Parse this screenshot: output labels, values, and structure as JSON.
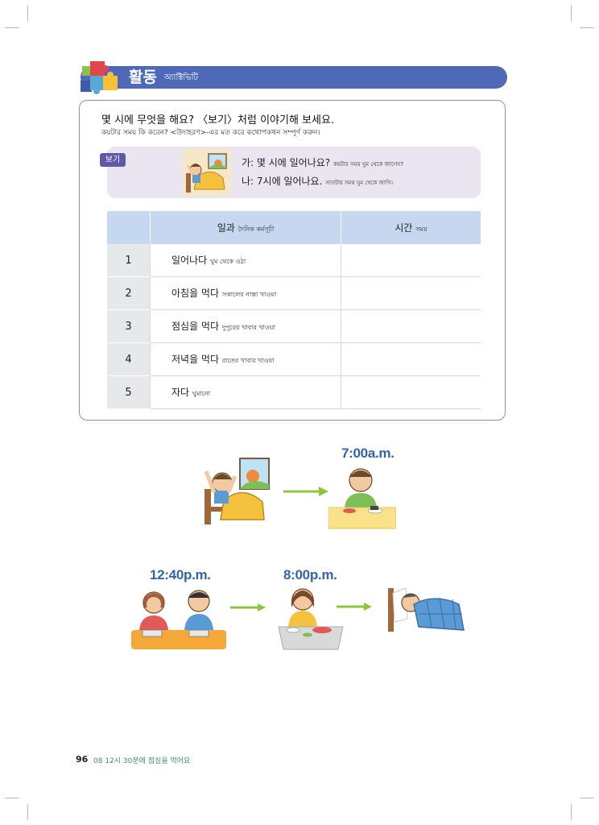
{
  "header": {
    "title": "활동",
    "subtitle": "অ্যাক্টিভিটি"
  },
  "instruction": {
    "korean": "몇 시에 무엇을 해요? 〈보기〉처럼 이야기해 보세요.",
    "bengali": "কয়টার সময় কি করেন? <উদাহরণ>-এর মত করে কথোপকথন সম্পূর্ণ করুন।"
  },
  "example": {
    "badge": "보기",
    "line1": {
      "ko": "가: 몇 시에 일어나요?",
      "bn": "কয়টার সময় ঘুম থেকে জাগেন?"
    },
    "line2": {
      "ko": "나: 7시에 일어나요.",
      "bn": "সাতটার সময় ঘুম থেকে জাগি।"
    }
  },
  "table": {
    "header_activity": {
      "ko": "일과",
      "bn": "দৈনিক কর্মসূচী"
    },
    "header_time": {
      "ko": "시간",
      "bn": "সময়"
    },
    "rows": [
      {
        "num": "1",
        "ko": "일어나다",
        "bn": "ঘুম থেকে ওঠা"
      },
      {
        "num": "2",
        "ko": "아침을 먹다",
        "bn": "সকালের নাস্তা খাওয়া"
      },
      {
        "num": "3",
        "ko": "점심을 먹다",
        "bn": "দুপুরের খাবার খাওয়া"
      },
      {
        "num": "4",
        "ko": "저녁을 먹다",
        "bn": "রাতের খাবার খাওয়া"
      },
      {
        "num": "5",
        "ko": "자다",
        "bn": "ঘুমানো"
      }
    ]
  },
  "times": {
    "breakfast": "7:00a.m.",
    "lunch": "12:40p.m.",
    "dinner": "8:00p.m."
  },
  "footer": {
    "page_number": "96",
    "chapter": "08 12시 30분에 점심을 먹어요"
  },
  "colors": {
    "header": "#4d69b7",
    "table_header": "#c5d8f0",
    "example_bg": "#ebe5f1",
    "time_text": "#3265a8",
    "arrow": "#8dc63f"
  }
}
